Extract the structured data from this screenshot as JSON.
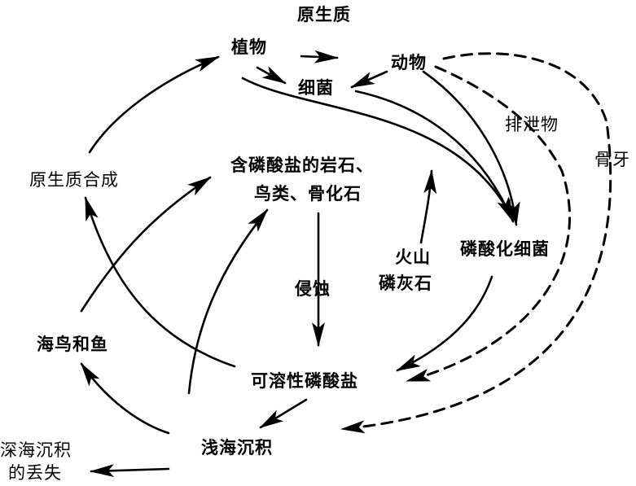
{
  "title": "原生质",
  "nodes": {
    "plants": "植物",
    "bacteria": "细菌",
    "animals": "动物",
    "excreta": "排泄物",
    "bones_teeth": "骨牙",
    "protoplasm_synthesis": "原生质合成",
    "phosphate_rocks_line1": "含磷酸盐的岩石、",
    "phosphate_rocks_line2": "鸟类、骨化石",
    "phosphatizing_bacteria": "磷酸化细菌",
    "volcano_line1": "火山",
    "volcano_line2": "磷灰石",
    "erosion": "侵蚀",
    "seabirds_fish": "海鸟和鱼",
    "soluble_phosphate": "可溶性磷酸盐",
    "shallow_sediment": "浅海沉积",
    "deep_loss_line1": "深海沉积",
    "deep_loss_line2": "的丢失"
  },
  "edges": [
    {
      "from": "protoplasm_synthesis",
      "to": "plants",
      "style": "solid"
    },
    {
      "from": "plants",
      "to": "animals",
      "style": "solid"
    },
    {
      "from": "plants",
      "to": "bacteria",
      "style": "solid"
    },
    {
      "from": "animals",
      "to": "bacteria",
      "style": "solid"
    },
    {
      "from": "plants",
      "to": "phosphatizing_bacteria",
      "style": "solid"
    },
    {
      "from": "bacteria",
      "to": "phosphatizing_bacteria",
      "style": "solid"
    },
    {
      "from": "animals",
      "to": "phosphatizing_bacteria",
      "style": "solid"
    },
    {
      "from": "animals",
      "to": "soluble_phosphate",
      "style": "dashed",
      "label": "excreta"
    },
    {
      "from": "animals",
      "to": "shallow_sediment",
      "style": "dashed",
      "label": "bones_teeth"
    },
    {
      "from": "phosphatizing_bacteria",
      "to": "soluble_phosphate",
      "style": "solid"
    },
    {
      "from": "phosphate_rocks",
      "to": "soluble_phosphate",
      "style": "solid",
      "label": "erosion"
    },
    {
      "from": "volcano",
      "to": "phosphate_rocks",
      "style": "solid"
    },
    {
      "from": "soluble_phosphate",
      "to": "protoplasm_synthesis",
      "style": "solid"
    },
    {
      "from": "soluble_phosphate",
      "to": "shallow_sediment",
      "style": "solid"
    },
    {
      "from": "shallow_sediment",
      "to": "seabirds_fish",
      "style": "solid"
    },
    {
      "from": "shallow_sediment",
      "to": "phosphate_rocks",
      "style": "solid"
    },
    {
      "from": "seabirds_fish",
      "to": "phosphate_rocks",
      "style": "solid"
    },
    {
      "from": "shallow_sediment",
      "to": "deep_loss",
      "style": "solid"
    }
  ]
}
